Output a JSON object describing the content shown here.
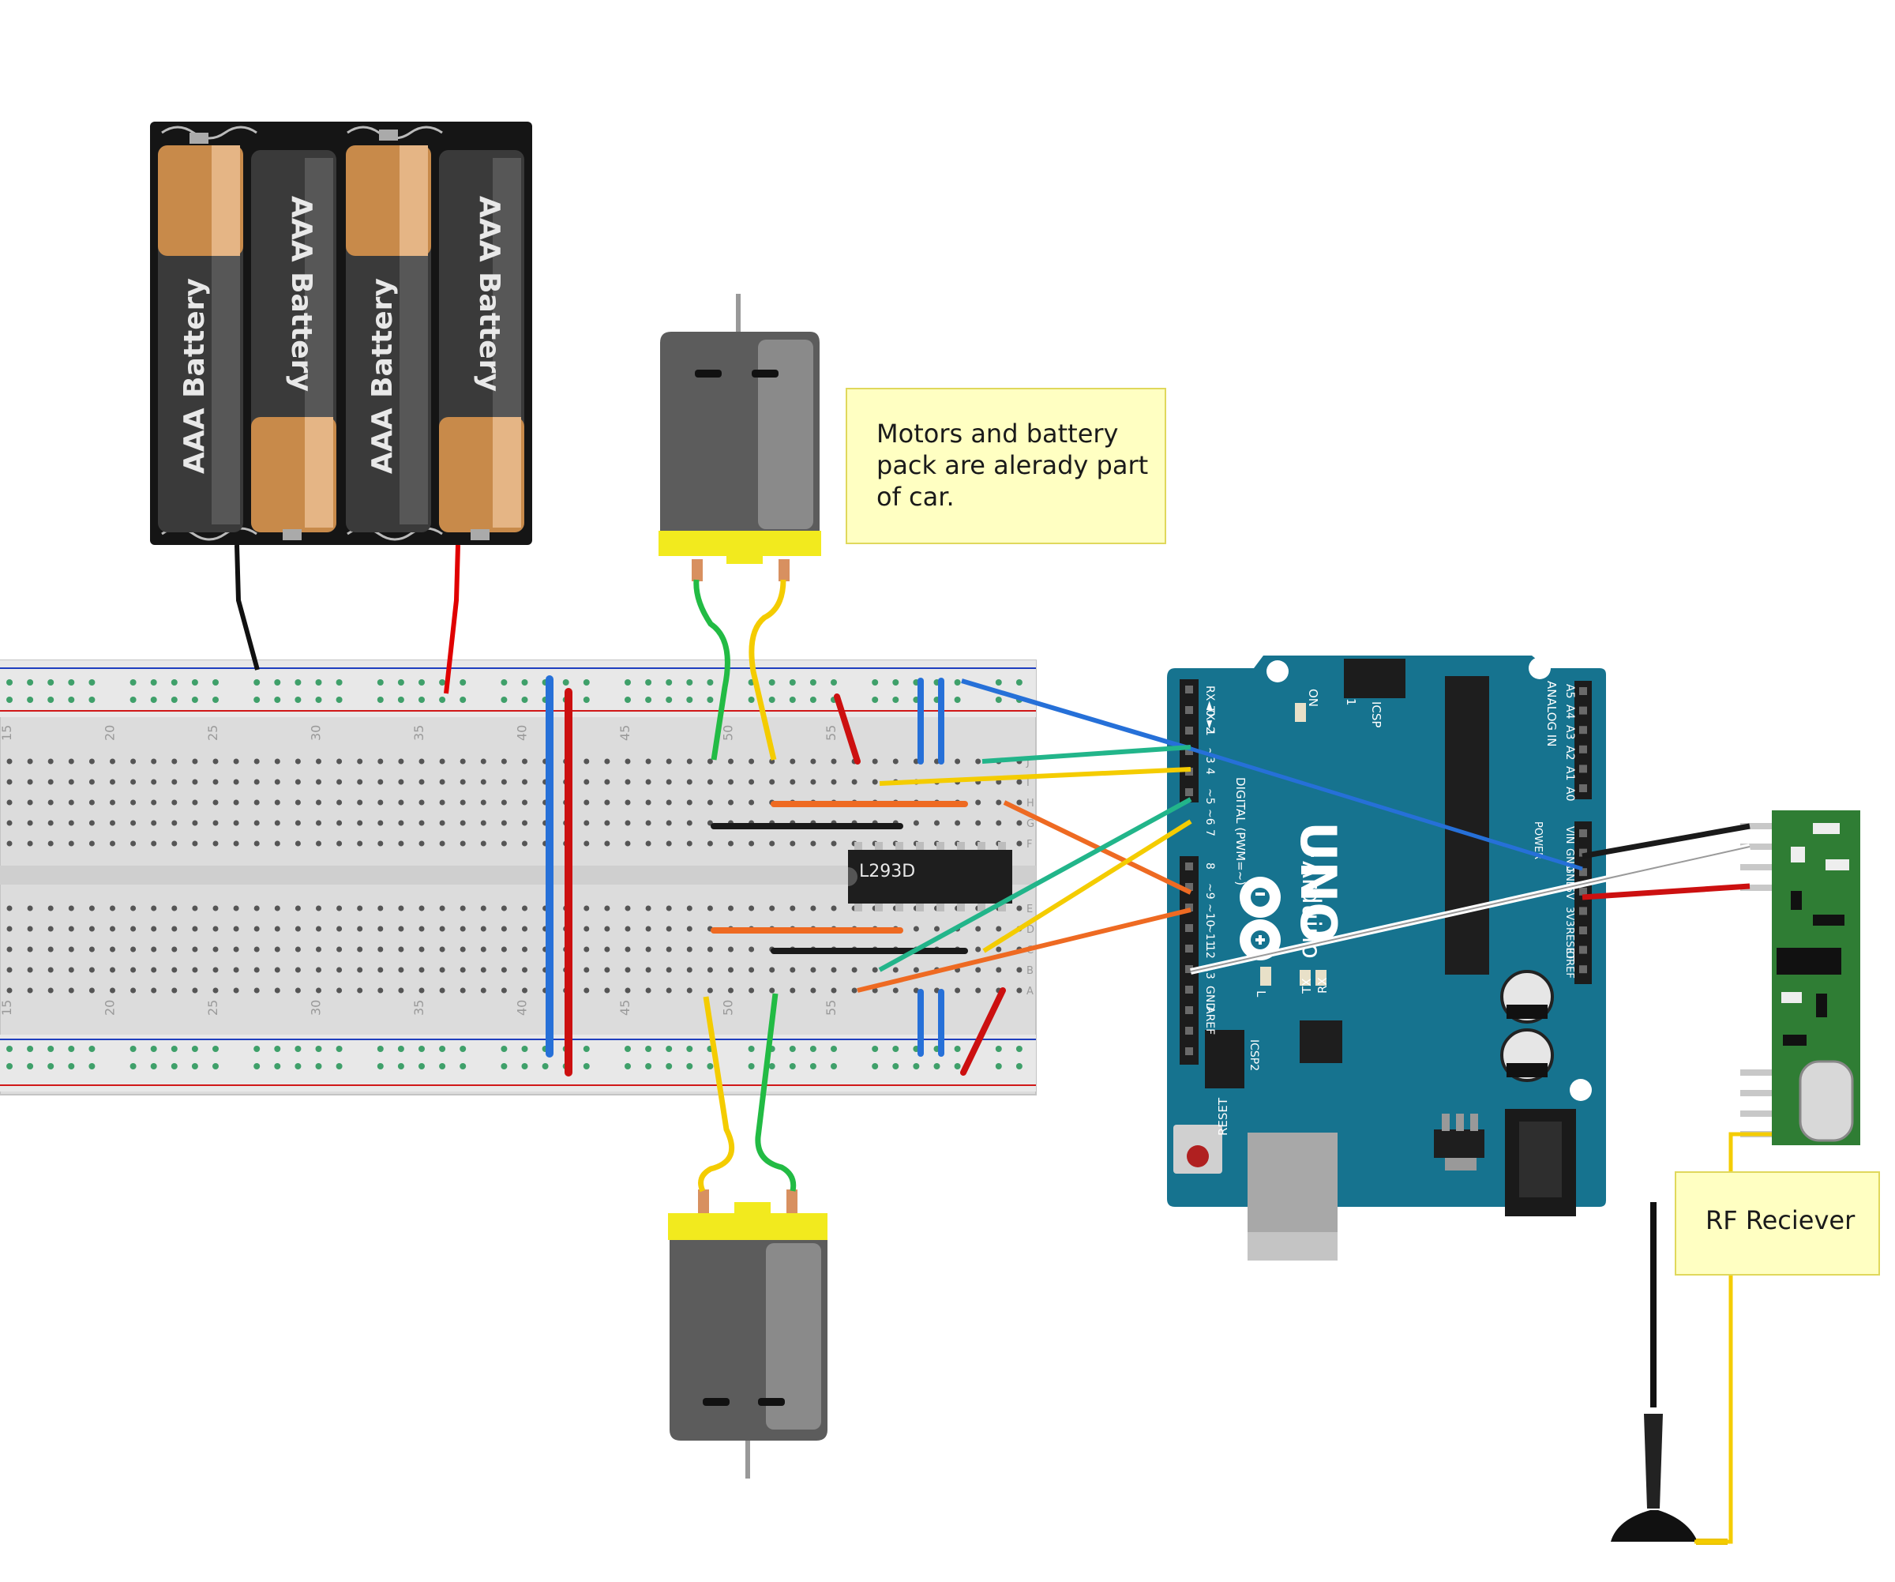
{
  "battery_pack": {
    "cell_labels": [
      "AAA Battery",
      "AAA Battery",
      "AAA Battery",
      "AAA Battery"
    ]
  },
  "breadboard": {
    "column_numbers": [
      "15",
      "20",
      "25",
      "30",
      "35",
      "40",
      "45",
      "50",
      "55"
    ],
    "row_letters_top": [
      "J",
      "I",
      "H",
      "G",
      "F"
    ],
    "row_letters_bottom": [
      "E",
      "D",
      "C",
      "B",
      "A"
    ]
  },
  "ic": {
    "label": "L293D"
  },
  "note_motors": {
    "lines": [
      "Motors and battery",
      "pack are alerady part",
      "of car."
    ]
  },
  "note_rf": {
    "label": "RF Reciever"
  },
  "arduino": {
    "logo_text": "UNO",
    "brand_text": "Arduino",
    "tm": "™",
    "digital_header": "DIGITAL (PWM=~)",
    "analog_header": "ANALOG IN",
    "power_header": "POWER",
    "on_label": "ON",
    "icsp_label": "ICSP",
    "icsp2_label": "ICSP2",
    "one_label": "1",
    "reset_label": "RESET",
    "l_label": "L",
    "tx_label": "TX",
    "rx_label": "RX",
    "digital_pins": [
      "RX◄0",
      "TX►1",
      "2",
      "~3",
      "4",
      "~5",
      "~6",
      "7",
      "8",
      "~9",
      "~10",
      "~11",
      "12",
      "13",
      "GND",
      "AREF"
    ],
    "analog_pins": [
      "A5",
      "A4",
      "A3",
      "A2",
      "A1",
      "A0"
    ],
    "power_pins": [
      "VIN",
      "GND",
      "GND",
      "5V",
      "3V3",
      "RESET",
      "IOREF"
    ]
  }
}
